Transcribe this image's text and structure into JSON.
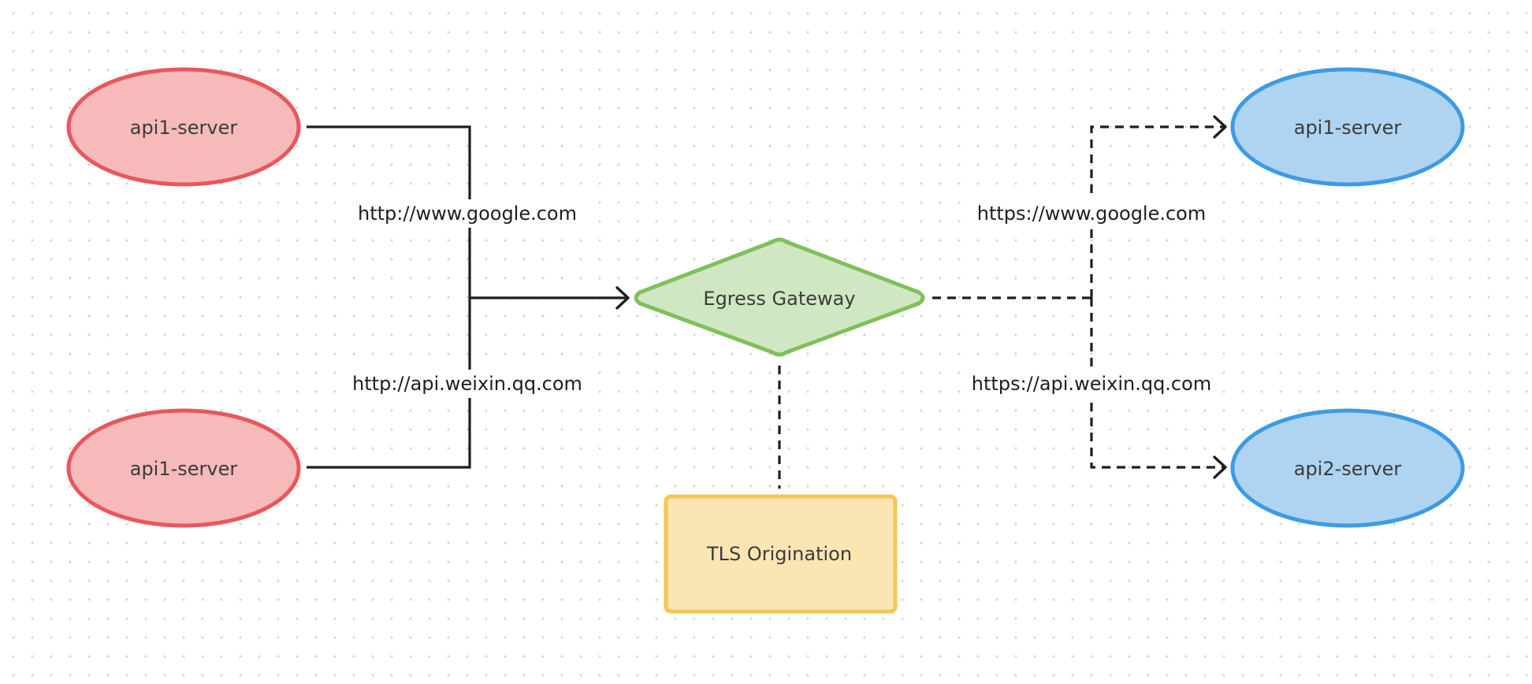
{
  "colors": {
    "client_fill": "#f6babb",
    "client_stroke": "#e8575c",
    "server_fill": "#aed4f2",
    "server_stroke": "#3d9be3",
    "gateway_fill": "#cfe8c3",
    "gateway_stroke": "#80c05b",
    "tls_fill": "#fbe5b3",
    "tls_stroke": "#f7c552",
    "edge": "#1e1e1e"
  },
  "nodes": {
    "client_top": {
      "label": "api1-server",
      "shape": "ellipse"
    },
    "client_bottom": {
      "label": "api1-server",
      "shape": "ellipse"
    },
    "gateway": {
      "label": "Egress Gateway",
      "shape": "diamond"
    },
    "tls": {
      "label": "TLS Origination",
      "shape": "rectangle"
    },
    "server_top": {
      "label": "api1-server",
      "shape": "ellipse"
    },
    "server_bottom": {
      "label": "api2-server",
      "shape": "ellipse"
    }
  },
  "edges": {
    "http_google": {
      "label": "http://www.google.com",
      "style": "solid"
    },
    "http_weixin": {
      "label": "http://api.weixin.qq.com",
      "style": "solid"
    },
    "https_google": {
      "label": "https://www.google.com",
      "style": "dashed"
    },
    "https_weixin": {
      "label": "https://api.weixin.qq.com",
      "style": "dashed"
    },
    "gateway_tls": {
      "label": "",
      "style": "dashed"
    }
  }
}
